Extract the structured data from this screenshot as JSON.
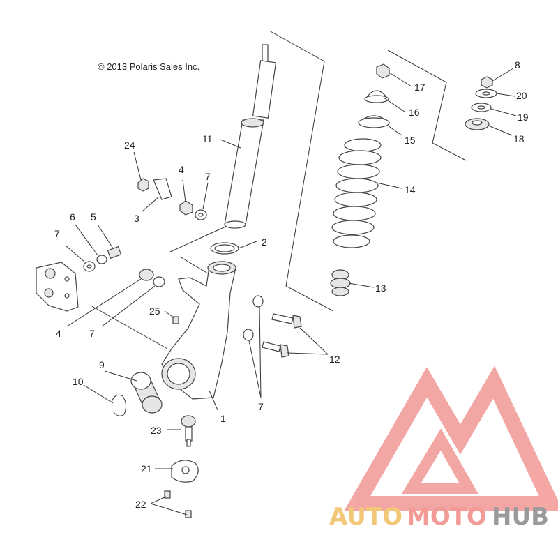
{
  "copyright": "© 2013 Polaris Sales Inc.",
  "callouts": {
    "c1": "1",
    "c2": "2",
    "c3": "3",
    "c4a": "4",
    "c4b": "4",
    "c5": "5",
    "c6": "6",
    "c7a": "7",
    "c7b": "7",
    "c7c": "7",
    "c7d": "7",
    "c8": "8",
    "c9": "9",
    "c10": "10",
    "c11": "11",
    "c12": "12",
    "c13": "13",
    "c14": "14",
    "c15": "15",
    "c16": "16",
    "c17": "17",
    "c18": "18",
    "c19": "19",
    "c20": "20",
    "c21": "21",
    "c22": "22",
    "c23": "23",
    "c24": "24",
    "c25": "25"
  },
  "watermark": {
    "part1": "AUTO",
    "part2": "MOTO",
    "part3": "HUB",
    "colors": {
      "auto": "#f2c777",
      "moto": "#f19a96",
      "hub": "#9a9a9a",
      "triangle": "#f08a87"
    }
  }
}
